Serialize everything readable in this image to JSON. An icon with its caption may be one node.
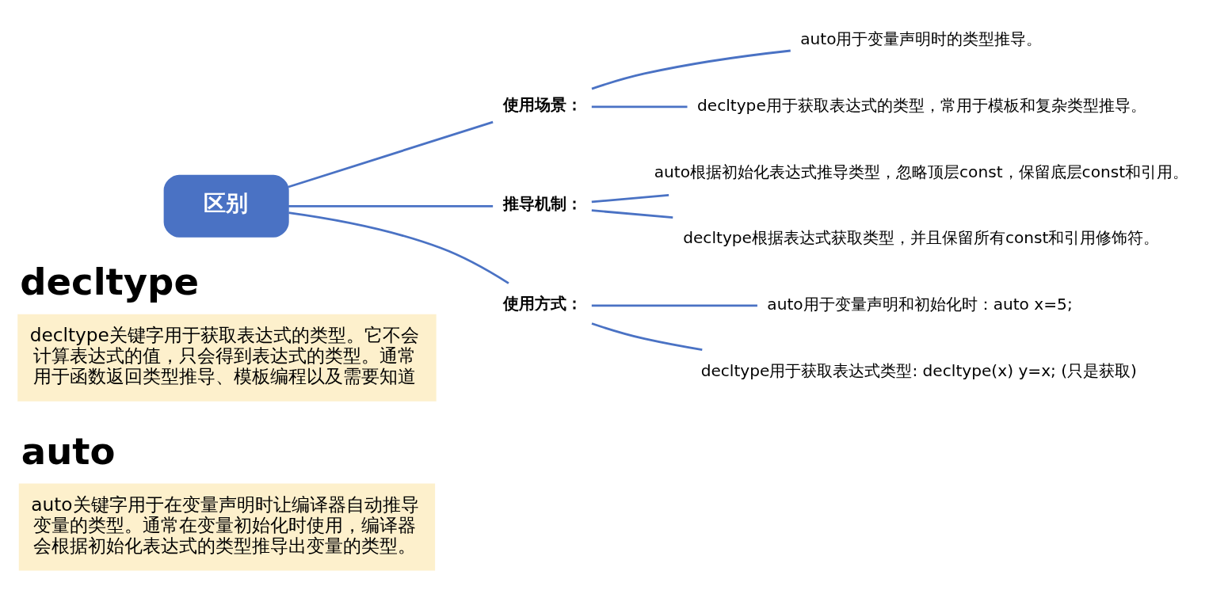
{
  "diagram": {
    "nodes": [
      {
        "text": [
          "auto",
          "auto关键字用于在变量声明时让编译器自动推导变量的类型。通常在变量初始化时使用，编译器会根据初始化表达式的类型推导出变量的类型。"
        ]
      },
      {
        "text": [
          "decltype",
          "decltype关键字用于获取表达式的类型。它不会计算表达式的值，只会得到表达式的类型。通常用于函数返回类型推导、模板编程以及需要知道"
        ]
      },
      {
        "text": [
          "区别"
        ]
      },
      {
        "text": [
          "使用场景："
        ]
      },
      {
        "text": [
          "auto用于变量声明时的类型推导。"
        ]
      },
      {
        "text": [
          "decltype用于获取表达式的类型，常用于模板和复杂类型推导。"
        ]
      },
      {
        "text": [
          "推导机制："
        ]
      },
      {
        "text": [
          "auto根据初始化表达式推导类型，忽略顶层const，保留底层const和引用。"
        ]
      },
      {
        "text": [
          "decltype根据表达式获取类型，并且保留所有const和引用修饰符。"
        ]
      },
      {
        "text": [
          "使用方式："
        ]
      },
      {
        "text": [
          "auto用于变量声明和初始化时：auto x=5;"
        ]
      },
      {
        "text": [
          "decltype用于获取表达式类型: decltype(x) y=x; (只是获取)"
        ]
      }
    ],
    "edges": [
      {
        "from": 2,
        "to": 3,
        "arrow": "none"
      },
      {
        "from": 3,
        "to": 4,
        "arrow": "none"
      },
      {
        "from": 3,
        "to": 5,
        "arrow": "none"
      },
      {
        "from": 2,
        "to": 6,
        "arrow": "none"
      },
      {
        "from": 6,
        "to": 7,
        "arrow": "none"
      },
      {
        "from": 6,
        "to": 8,
        "arrow": "none"
      },
      {
        "from": 2,
        "to": 9,
        "arrow": "none"
      },
      {
        "from": 9,
        "to": 10,
        "arrow": "none"
      },
      {
        "from": 9,
        "to": 11,
        "arrow": "none"
      }
    ]
  }
}
